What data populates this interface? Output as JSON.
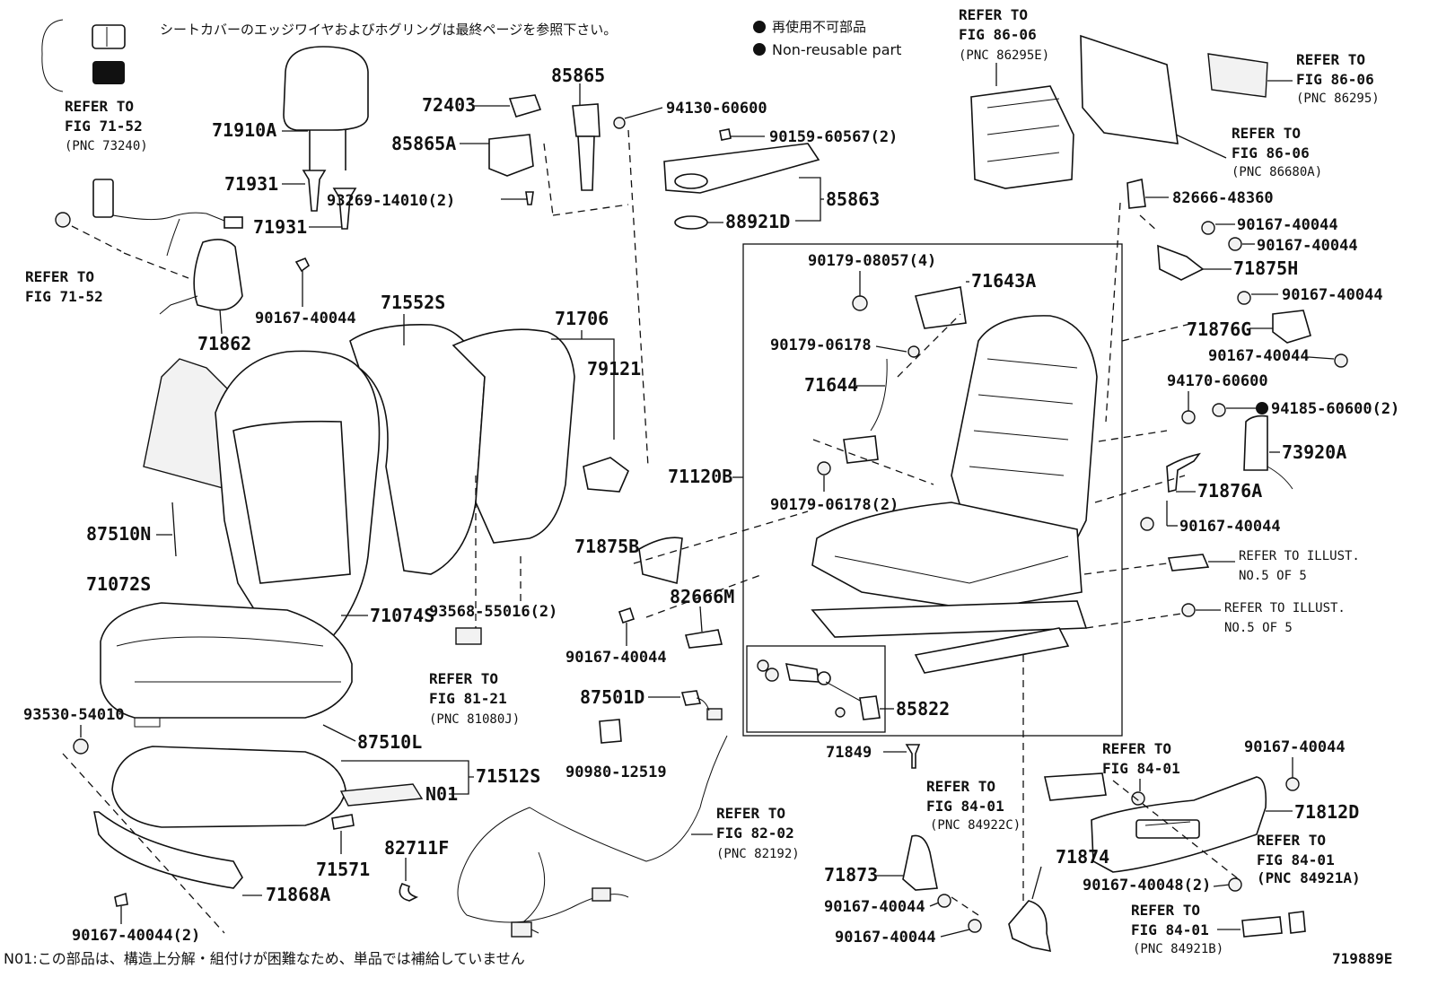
{
  "header": {
    "jp_note": "シートカバーのエッジワイヤおよびホグリングは最終ページを参照下さい。",
    "legend_jp": "再使用不可部品",
    "legend_en": "Non-reusable part"
  },
  "footer": {
    "note": "N01:この部品は、構造上分解・組付けが困難なため、単品では補給していません",
    "figure_code": "719889E"
  },
  "labels": {
    "p71910A": "71910A",
    "p71931a": "71931",
    "p71931b": "71931",
    "p72403": "72403",
    "p85865": "85865",
    "p85865A": "85865A",
    "p94130": "94130-60600",
    "p90159": "90159-60567(2)",
    "p93269": "93269-14010(2)",
    "p85863": "85863",
    "p88921D": "88921D",
    "p90167_a": "90167-40044",
    "p71862": "71862",
    "p71552S": "71552S",
    "p71706": "71706",
    "p79121": "79121",
    "p87510N": "87510N",
    "p71072S": "71072S",
    "p71074S": "71074S",
    "p93568": "93568-55016(2)",
    "p71120B": "71120B",
    "p93530": "93530-54010",
    "p87510L": "87510L",
    "p71512S": "71512S",
    "pN01": "N01",
    "p71571": "71571",
    "p71868A": "71868A",
    "p90167_2": "90167-40044(2)",
    "p82711F": "82711F",
    "p87501D": "87501D",
    "p90980": "90980-12519",
    "p71875B": "71875B",
    "p82666M": "82666M",
    "p90167_b": "90167-40044",
    "p90179_4": "90179-08057(4)",
    "p71643A": "71643A",
    "p90179_06178": "90179-06178",
    "p71644": "71644",
    "p90179_2": "90179-06178(2)",
    "p85822": "85822",
    "p71849": "71849",
    "p82666_48360": "82666-48360",
    "p90167_c": "90167-40044",
    "p90167_d": "90167-40044",
    "p71875H": "71875H",
    "p90167_e": "90167-40044",
    "p71876G": "71876G",
    "p90167_f": "90167-40044",
    "p94170": "94170-60600",
    "p94185": "94185-60600(2)",
    "p73920A": "73920A",
    "p71876A": "71876A",
    "p90167_g": "90167-40044",
    "p90167_h": "90167-40044",
    "p71812D": "71812D",
    "p90167_40048": "90167-40048(2)",
    "p71874": "71874",
    "p71873": "71873",
    "p90167_i": "90167-40044",
    "p90167_j": "90167-40044"
  },
  "refs": {
    "r1": [
      "REFER TO",
      "FIG 71-52",
      "(PNC 73240)"
    ],
    "r2": [
      "REFER TO",
      "FIG 71-52"
    ],
    "r3": [
      "REFER TO",
      "FIG 86-06",
      "(PNC 86295E)"
    ],
    "r4": [
      "REFER TO",
      "FIG 86-06",
      "(PNC 86295)"
    ],
    "r5": [
      "REFER TO",
      "FIG 86-06",
      "(PNC 86680A)"
    ],
    "r6": [
      "REFER TO",
      "FIG 81-21",
      "(PNC 81080J)"
    ],
    "r7": [
      "REFER TO",
      "FIG 82-02",
      "(PNC 82192)"
    ],
    "r8": [
      "REFER TO ILLUST.",
      "NO.5 OF 5"
    ],
    "r9": [
      "REFER TO ILLUST.",
      "NO.5 OF 5"
    ],
    "r10": [
      "REFER TO",
      "FIG 84-01",
      "(PNC 84922C)"
    ],
    "r11": [
      "REFER TO",
      "FIG 84-01"
    ],
    "r12": [
      "REFER TO",
      "FIG 84-01",
      "(PNC 84921A)"
    ],
    "r13": [
      "REFER TO",
      "FIG 84-01",
      "(PNC 84921B)"
    ]
  }
}
